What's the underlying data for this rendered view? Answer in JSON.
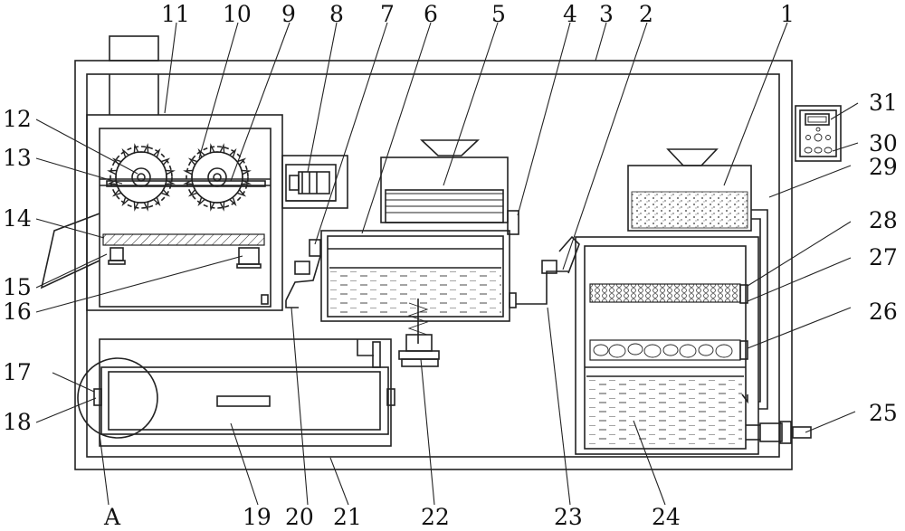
{
  "labels": {
    "n1": "1",
    "n2": "2",
    "n3": "3",
    "n4": "4",
    "n5": "5",
    "n6": "6",
    "n7": "7",
    "n8": "8",
    "n9": "9",
    "n10": "10",
    "n11": "11",
    "n12": "12",
    "n13": "13",
    "n14": "14",
    "n15": "15",
    "n16": "16",
    "n17": "17",
    "n18": "18",
    "n19": "19",
    "n20": "20",
    "n21": "21",
    "n22": "22",
    "n23": "23",
    "n24": "24",
    "n25": "25",
    "n26": "26",
    "n27": "27",
    "n28": "28",
    "n29": "29",
    "n30": "30",
    "n31": "31",
    "detail": "A"
  },
  "colors": {
    "stroke": "#222222",
    "background": "#ffffff"
  }
}
